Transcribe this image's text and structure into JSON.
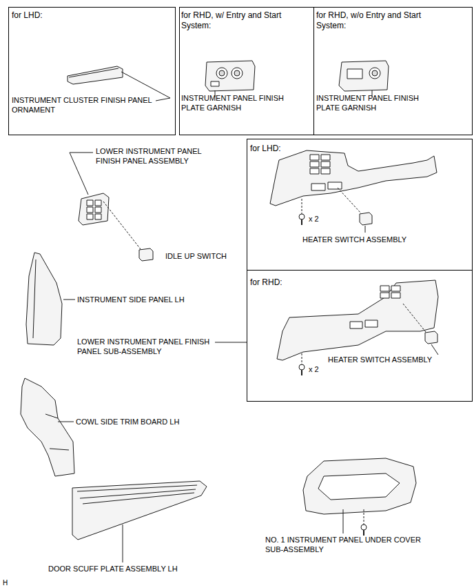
{
  "diagram": {
    "nodes": [
      {
        "text": [
          "for LHD:",
          "INSTRUMENT CLUSTER FINISH PANEL ORNAMENT"
        ]
      },
      {
        "text": [
          "for RHD, w/ Entry and Start System:",
          "INSTRUMENT PANEL FINISH PLATE GARNISH"
        ]
      },
      {
        "text": [
          "for RHD, w/o Entry and Start System:",
          "INSTRUMENT PANEL FINISH PLATE GARNISH"
        ]
      },
      {
        "text": [
          "for LHD:",
          "x 2",
          "HEATER SWITCH ASSEMBLY"
        ]
      },
      {
        "text": [
          "for RHD:",
          "HEATER SWITCH ASSEMBLY",
          "x 2"
        ]
      }
    ],
    "labels": [
      "LOWER INSTRUMENT PANEL FINISH PANEL ASSEMBLY",
      "IDLE UP SWITCH",
      "INSTRUMENT SIDE PANEL LH",
      "LOWER INSTRUMENT PANEL FINISH PANEL SUB-ASSEMBLY",
      "COWL SIDE TRIM BOARD LH",
      "DOOR SCUFF PLATE ASSEMBLY LH",
      "NO. 1 INSTRUMENT PANEL UNDER COVER SUB-ASSEMBLY",
      "H"
    ]
  }
}
